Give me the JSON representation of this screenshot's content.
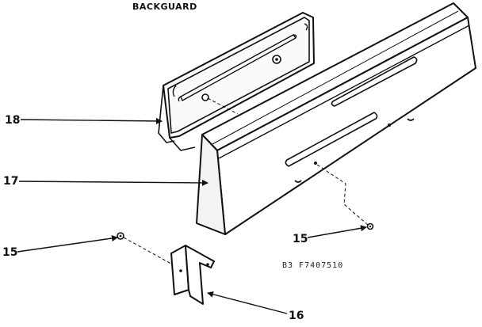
{
  "title": "BACKGUARD",
  "part_number": "B3 F7407510",
  "callouts": [
    {
      "id": "18",
      "label": "18"
    },
    {
      "id": "17",
      "label": "17"
    },
    {
      "id": "15a",
      "label": "15"
    },
    {
      "id": "15b",
      "label": "15"
    },
    {
      "id": "16",
      "label": "16"
    }
  ],
  "colors": {
    "line": "#111111",
    "fill": "#ffffff",
    "shade": "#e6e6e6"
  }
}
